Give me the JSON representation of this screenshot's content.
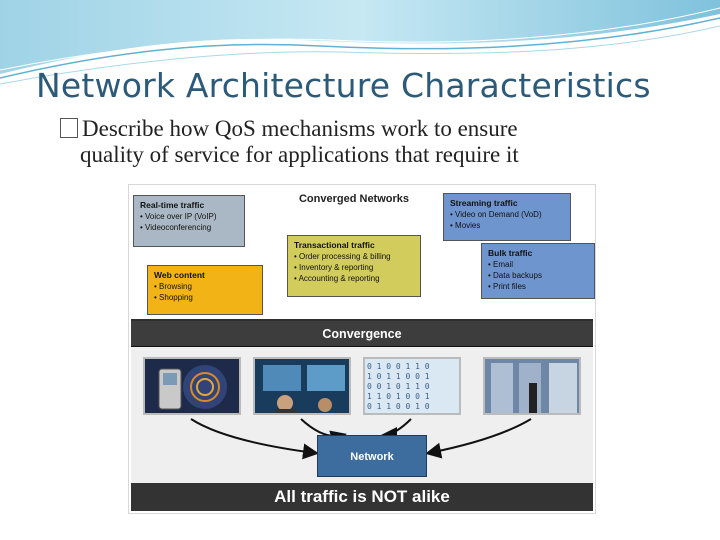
{
  "slide": {
    "title": "Network Architecture Characteristics",
    "bullet": {
      "glyph": "�",
      "line1": "Describe how QoS mechanisms work to ensure",
      "line2": "quality of service for applications that require it"
    }
  },
  "diagram": {
    "heading": "Converged Networks",
    "boxes": {
      "realtime": {
        "title": "Real-time traffic",
        "items": [
          "Voice over IP (VoIP)",
          "Videoconferencing"
        ],
        "color": "#a9b8c4"
      },
      "transactional": {
        "title": "Transactional traffic",
        "items": [
          "Order processing & billing",
          "Inventory & reporting",
          "Accounting & reporting"
        ],
        "color": "#d2cc5d"
      },
      "streaming": {
        "title": "Streaming traffic",
        "items": [
          "Video on Demand (VoD)",
          "Movies"
        ],
        "color": "#6f95cf"
      },
      "web": {
        "title": "Web content",
        "items": [
          "Browsing",
          "Shopping"
        ],
        "color": "#f2b316"
      },
      "bulk": {
        "title": "Bulk traffic",
        "items": [
          "Email",
          "Data backups",
          "Print files"
        ],
        "color": "#6f95cf"
      }
    },
    "convergence_label": "Convergence",
    "network_label": "Network",
    "footer": "All traffic is NOT alike"
  }
}
